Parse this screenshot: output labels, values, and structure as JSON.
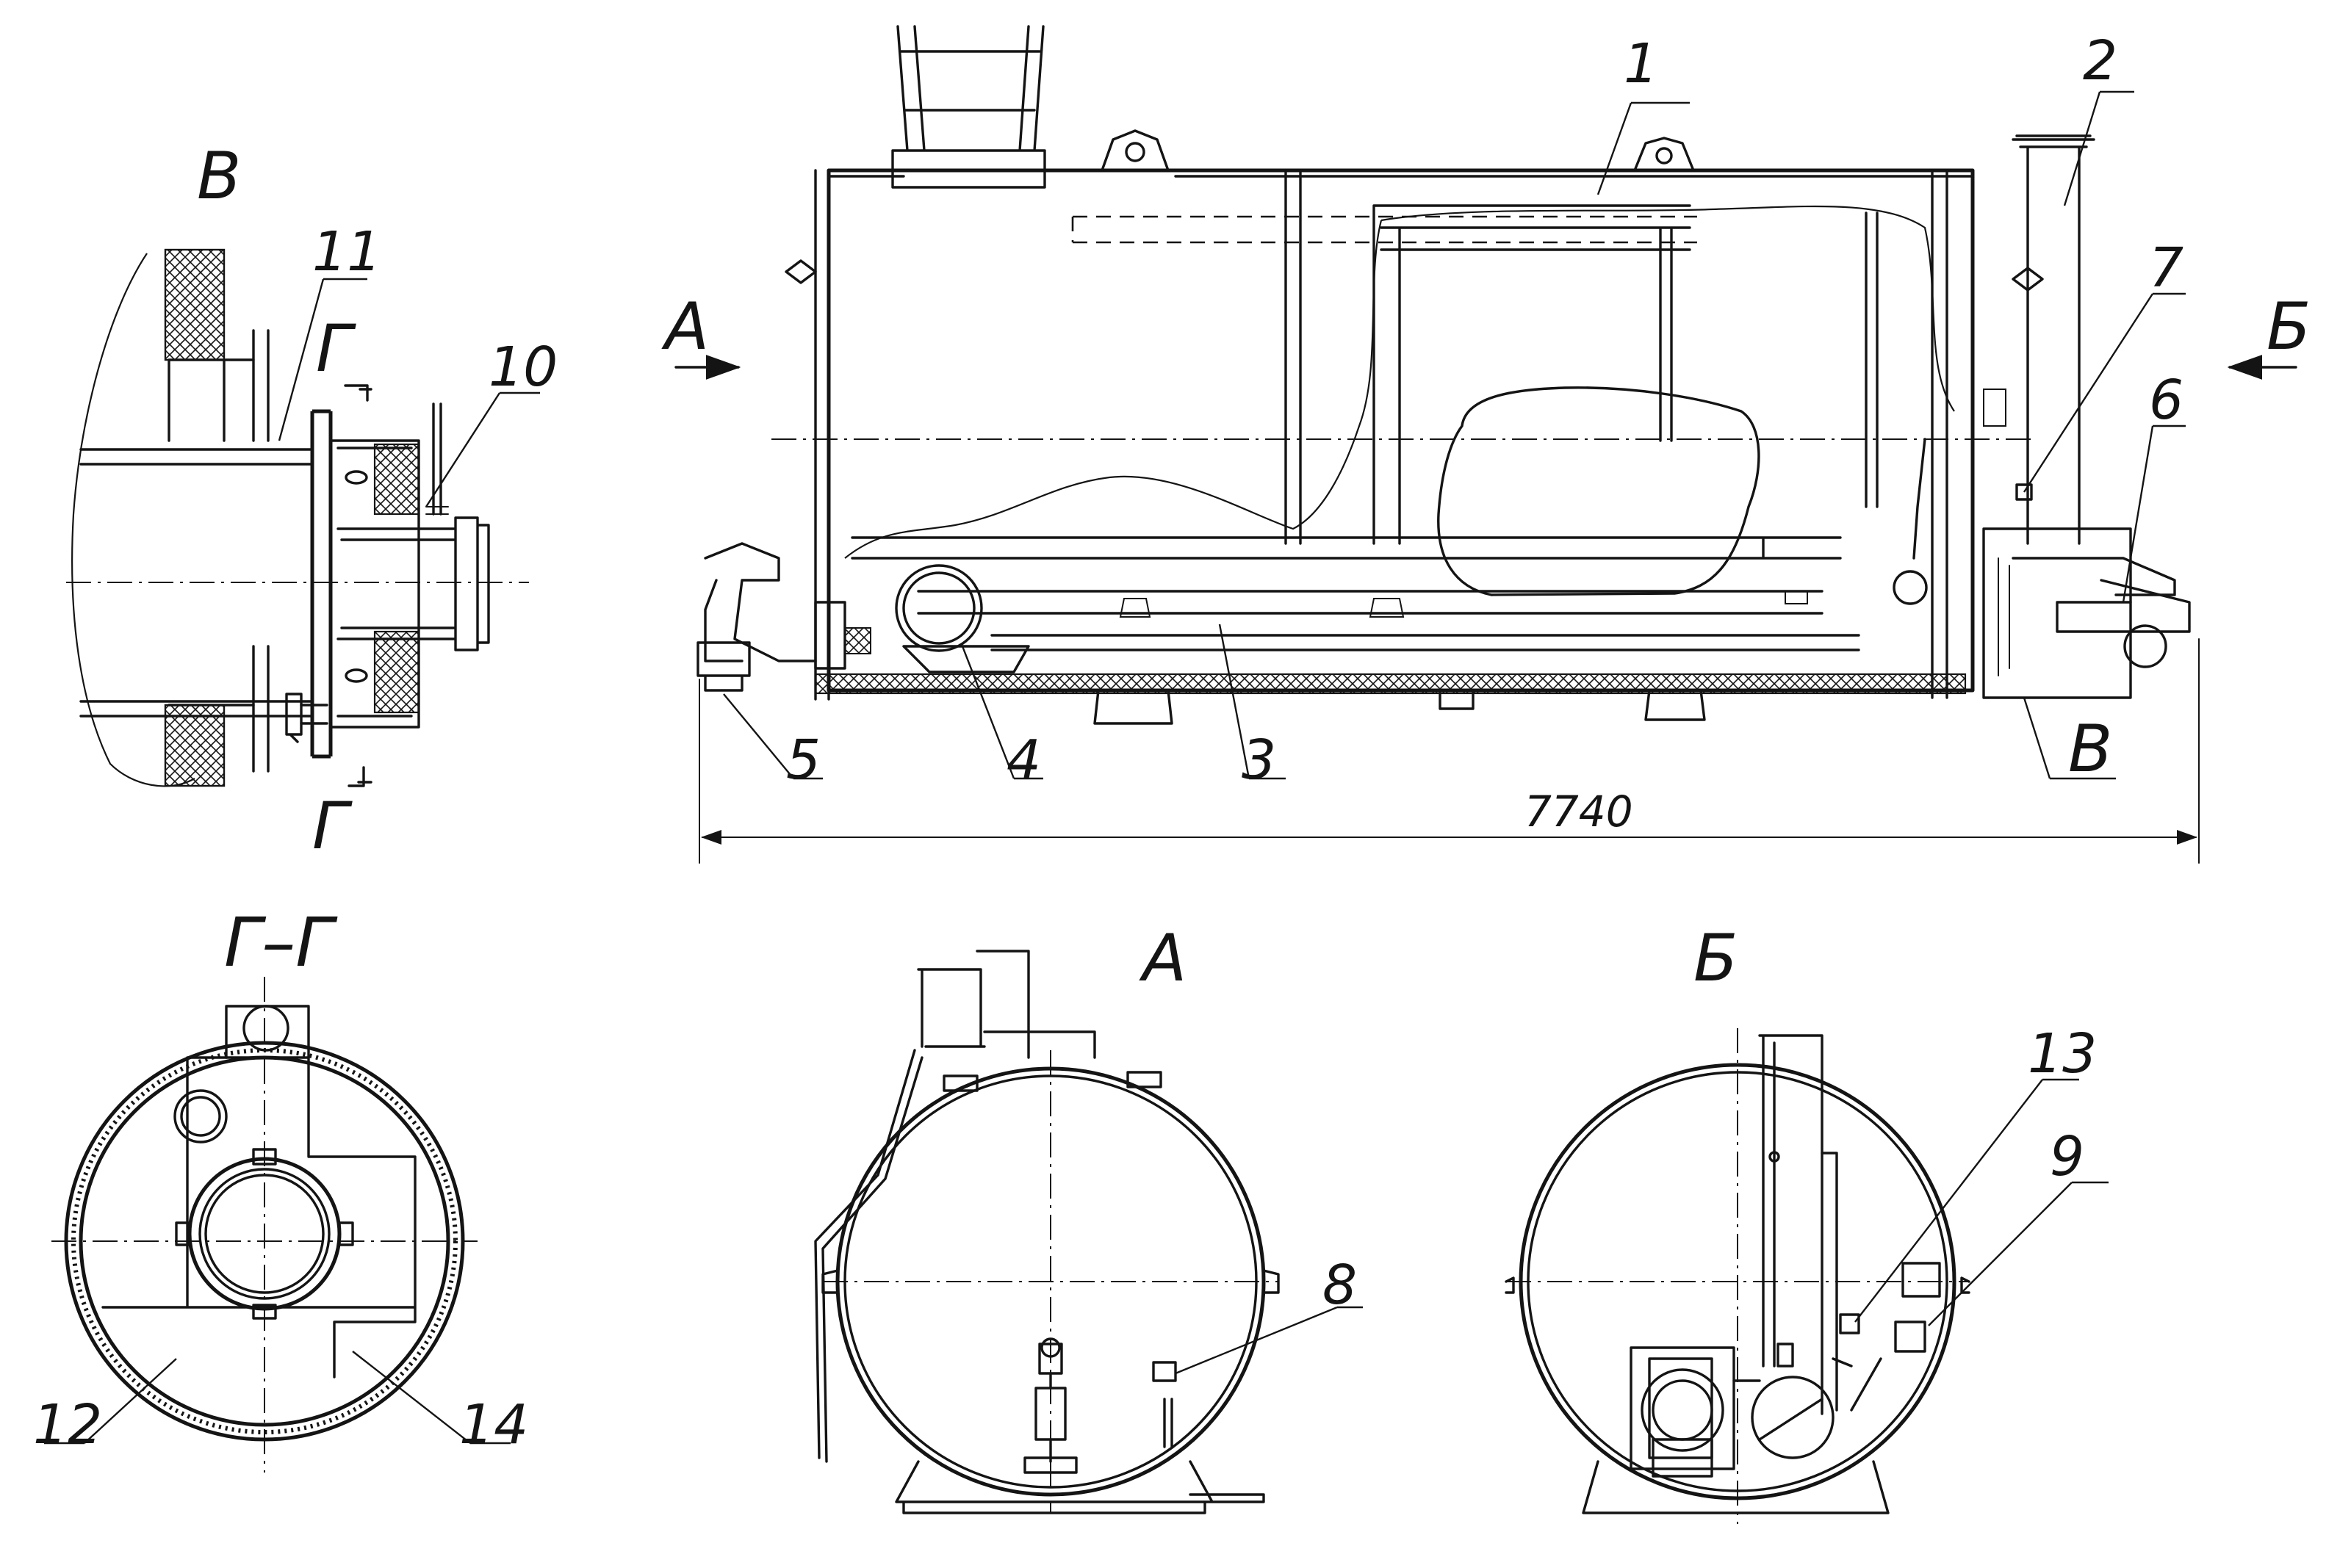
{
  "labels": {
    "view_a": "A",
    "view_b": "Б",
    "view_v": "В",
    "section_g": "Г",
    "section_gg": "Г–Г",
    "overall_length": "7740"
  },
  "positions": [
    "1",
    "2",
    "3",
    "4",
    "5",
    "6",
    "7",
    "8",
    "9",
    "10",
    "11",
    "12",
    "13",
    "14"
  ]
}
